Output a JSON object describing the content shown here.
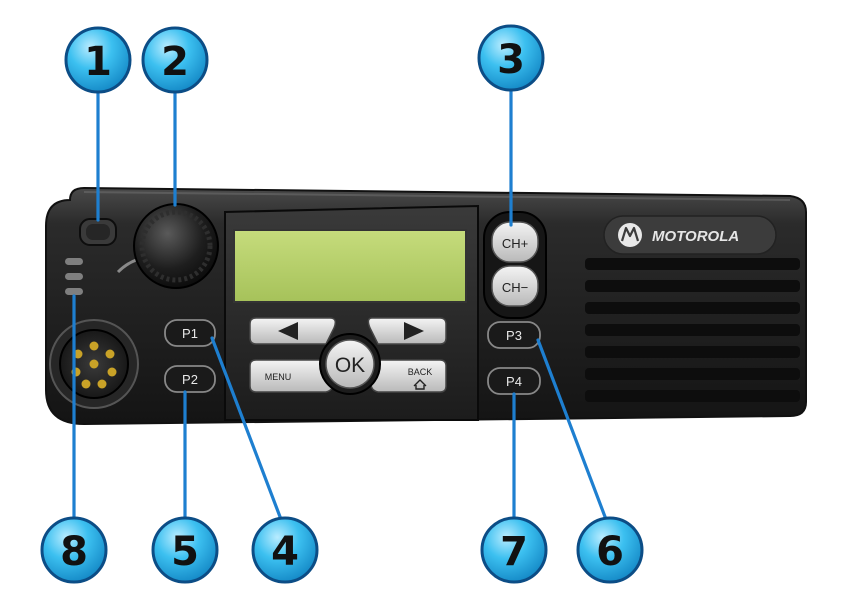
{
  "brand": {
    "name": "MOTOROLA",
    "logo_icon": "motorola-batwing-icon"
  },
  "buttons": {
    "p1": "P1",
    "p2": "P2",
    "p3": "P3",
    "p4": "P4",
    "ch_up": "CH+",
    "ch_down": "CH−",
    "menu": "MENU",
    "ok": "OK",
    "back": "BACK",
    "left_icon": "triangle-left-icon",
    "right_icon": "triangle-right-icon",
    "home_icon": "home-icon"
  },
  "callouts": [
    {
      "id": "1",
      "label": "1"
    },
    {
      "id": "2",
      "label": "2"
    },
    {
      "id": "3",
      "label": "3"
    },
    {
      "id": "4",
      "label": "4"
    },
    {
      "id": "5",
      "label": "5"
    },
    {
      "id": "6",
      "label": "6"
    },
    {
      "id": "7",
      "label": "7"
    },
    {
      "id": "8",
      "label": "8"
    }
  ],
  "colors": {
    "callout_fill": "#26aee6",
    "callout_stroke": "#0c4d86",
    "leader_line": "#1e7fd0",
    "panel": "#2a2a2a",
    "display": "#b8d26a"
  }
}
